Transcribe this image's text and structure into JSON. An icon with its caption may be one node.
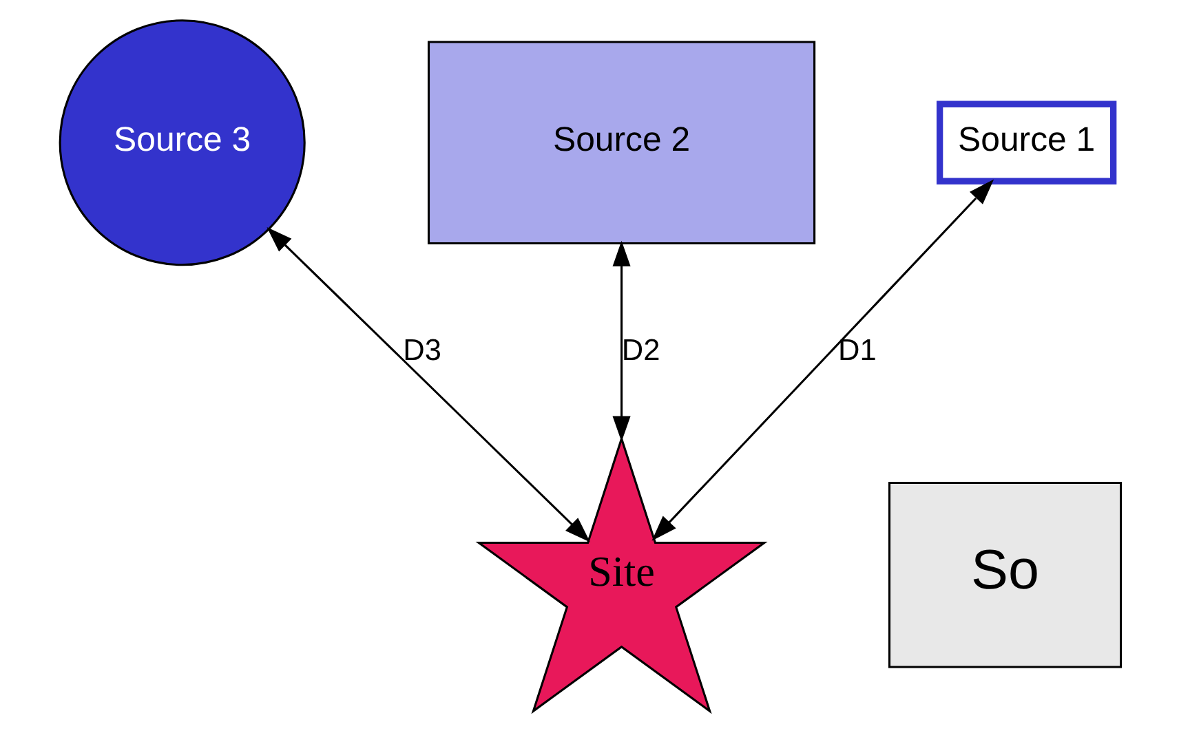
{
  "diagram": {
    "nodes": [
      {
        "text": [
          "Source 3"
        ]
      },
      {
        "text": [
          "Source 2"
        ]
      },
      {
        "text": [
          "Source 1"
        ]
      },
      {
        "text": [
          "Site"
        ]
      },
      {
        "text": [
          "So"
        ]
      }
    ],
    "edges": [
      {
        "from": 3,
        "to": 2,
        "arrow": "both",
        "label": "D1"
      },
      {
        "from": 3,
        "to": 1,
        "arrow": "both",
        "label": "D2"
      },
      {
        "from": 3,
        "to": 0,
        "arrow": "both",
        "label": "D3"
      }
    ]
  }
}
